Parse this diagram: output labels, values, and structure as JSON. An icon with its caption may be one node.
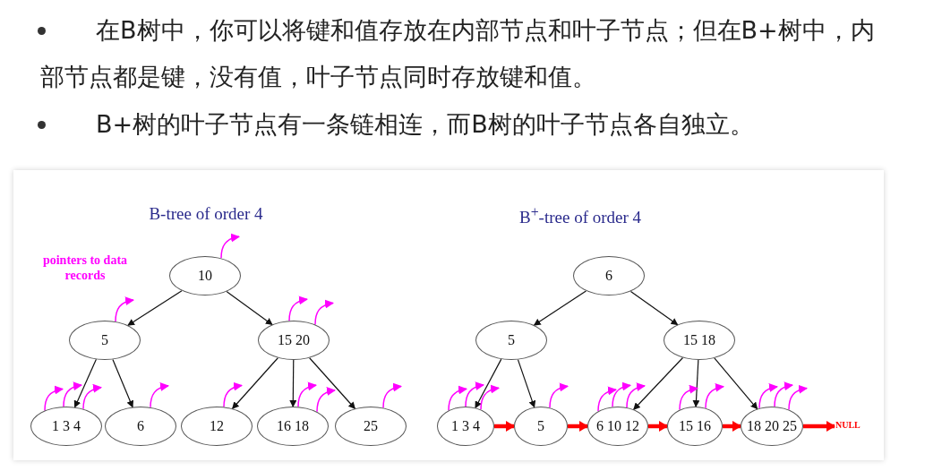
{
  "diagram": {
    "nodes": [
      {
        "text": [
          "10"
        ]
      },
      {
        "text": [
          "5"
        ]
      },
      {
        "text": [
          "15 20"
        ]
      },
      {
        "text": [
          "1 3 4"
        ]
      },
      {
        "text": [
          "6"
        ]
      },
      {
        "text": [
          "12"
        ]
      },
      {
        "text": [
          "16 18"
        ]
      },
      {
        "text": [
          "25"
        ]
      },
      {
        "text": [
          "6"
        ]
      },
      {
        "text": [
          "5"
        ]
      },
      {
        "text": [
          "15 18"
        ]
      },
      {
        "text": [
          "1 3 4"
        ]
      },
      {
        "text": [
          "5"
        ]
      },
      {
        "text": [
          "6 10 12"
        ]
      },
      {
        "text": [
          "15 16"
        ]
      },
      {
        "text": [
          "18 20 25"
        ]
      },
      {
        "text": [
          "NULL"
        ]
      }
    ],
    "edges": [
      {
        "from": 0,
        "to": 1,
        "arrow": "to",
        "color": "#111111"
      },
      {
        "from": 0,
        "to": 2,
        "arrow": "to",
        "color": "#111111"
      },
      {
        "from": 1,
        "to": 3,
        "arrow": "to",
        "color": "#111111"
      },
      {
        "from": 1,
        "to": 4,
        "arrow": "to",
        "color": "#111111"
      },
      {
        "from": 2,
        "to": 5,
        "arrow": "to",
        "color": "#111111"
      },
      {
        "from": 2,
        "to": 6,
        "arrow": "to",
        "color": "#111111"
      },
      {
        "from": 2,
        "to": 7,
        "arrow": "to",
        "color": "#111111"
      },
      {
        "from": 8,
        "to": 9,
        "arrow": "to",
        "color": "#111111"
      },
      {
        "from": 8,
        "to": 10,
        "arrow": "to",
        "color": "#111111"
      },
      {
        "from": 9,
        "to": 11,
        "arrow": "to",
        "color": "#111111"
      },
      {
        "from": 9,
        "to": 12,
        "arrow": "to",
        "color": "#111111"
      },
      {
        "from": 10,
        "to": 13,
        "arrow": "to",
        "color": "#111111"
      },
      {
        "from": 10,
        "to": 14,
        "arrow": "to",
        "color": "#111111"
      },
      {
        "from": 10,
        "to": 15,
        "arrow": "to",
        "color": "#111111"
      },
      {
        "from": 11,
        "to": 12,
        "arrow": "to",
        "style": "thick",
        "color": "#ff0000"
      },
      {
        "from": 12,
        "to": 13,
        "arrow": "to",
        "style": "thick",
        "color": "#ff0000"
      },
      {
        "from": 13,
        "to": 14,
        "arrow": "to",
        "style": "thick",
        "color": "#ff0000"
      },
      {
        "from": 14,
        "to": 15,
        "arrow": "to",
        "style": "thick",
        "color": "#ff0000"
      },
      {
        "from": 15,
        "to": 16,
        "arrow": "to",
        "style": "thick",
        "color": "#ff0000"
      },
      {
        "from": 0,
        "to": null,
        "arrow": "to",
        "color": "#ff00ff"
      },
      {
        "from": 1,
        "to": null,
        "arrow": "to",
        "color": "#ff00ff"
      },
      {
        "from": 2,
        "to": null,
        "arrow": "to",
        "color": "#ff00ff"
      },
      {
        "from": 2,
        "to": null,
        "arrow": "to",
        "color": "#ff00ff"
      },
      {
        "from": 3,
        "to": null,
        "arrow": "to",
        "color": "#ff00ff"
      },
      {
        "from": 3,
        "to": null,
        "arrow": "to",
        "color": "#ff00ff"
      },
      {
        "from": 3,
        "to": null,
        "arrow": "to",
        "color": "#ff00ff"
      },
      {
        "from": 4,
        "to": null,
        "arrow": "to",
        "color": "#ff00ff"
      },
      {
        "from": 5,
        "to": null,
        "arrow": "to",
        "color": "#ff00ff"
      },
      {
        "from": 6,
        "to": null,
        "arrow": "to",
        "color": "#ff00ff"
      },
      {
        "from": 6,
        "to": null,
        "arrow": "to",
        "color": "#ff00ff"
      },
      {
        "from": 7,
        "to": null,
        "arrow": "to",
        "color": "#ff00ff"
      },
      {
        "from": 11,
        "to": null,
        "arrow": "to",
        "color": "#ff00ff"
      },
      {
        "from": 11,
        "to": null,
        "arrow": "to",
        "color": "#ff00ff"
      },
      {
        "from": 11,
        "to": null,
        "arrow": "to",
        "color": "#ff00ff"
      },
      {
        "from": 12,
        "to": null,
        "arrow": "to",
        "color": "#ff00ff"
      },
      {
        "from": 13,
        "to": null,
        "arrow": "to",
        "color": "#ff00ff"
      },
      {
        "from": 13,
        "to": null,
        "arrow": "to",
        "color": "#ff00ff"
      },
      {
        "from": 13,
        "to": null,
        "arrow": "to",
        "color": "#ff00ff"
      },
      {
        "from": 14,
        "to": null,
        "arrow": "to",
        "color": "#ff00ff"
      },
      {
        "from": 14,
        "to": null,
        "arrow": "to",
        "color": "#ff00ff"
      },
      {
        "from": 15,
        "to": null,
        "arrow": "to",
        "color": "#ff00ff"
      },
      {
        "from": 15,
        "to": null,
        "arrow": "to",
        "color": "#ff00ff"
      },
      {
        "from": 15,
        "to": null,
        "arrow": "to",
        "color": "#ff00ff"
      }
    ],
    "labels": [
      "在B树中，你可以将键和值存放在内部节点和叶子节点；但在B+树中，内部节点都是键，没有值，叶子节点同时存放键和值。",
      "B+树的叶子节点有一条链相连，而B树的叶子节点各自独立。",
      "B-tree of order 4",
      "B$^{+}$-tree of order 4",
      "pointers to data records"
    ]
  }
}
